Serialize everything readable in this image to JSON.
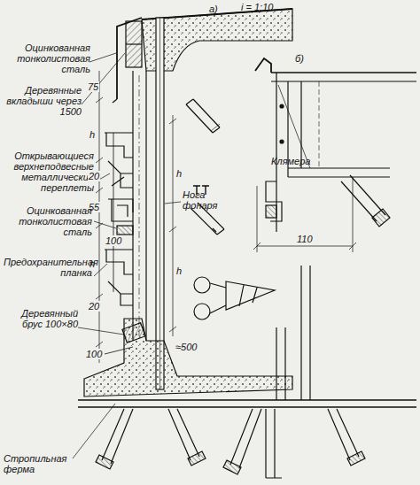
{
  "diagram": {
    "labels": [
      "а)",
      "i = 1:10",
      "Оцинкованная тонколистовая сталь",
      "Деревянные вкладыши через 1500",
      "75",
      "б)",
      "Клямера",
      "h",
      "h",
      "Открывающиеся верхнеподвесные металлические переплеты",
      "20",
      "Нога фонаря",
      "55",
      "Оцинкованная тонколистовая сталь",
      "100",
      "h",
      "h",
      "Предохранительная планка",
      "20",
      "≈500",
      "Деревянный брус 100×80",
      "100",
      "Стропильная ферма",
      "110"
    ]
  }
}
